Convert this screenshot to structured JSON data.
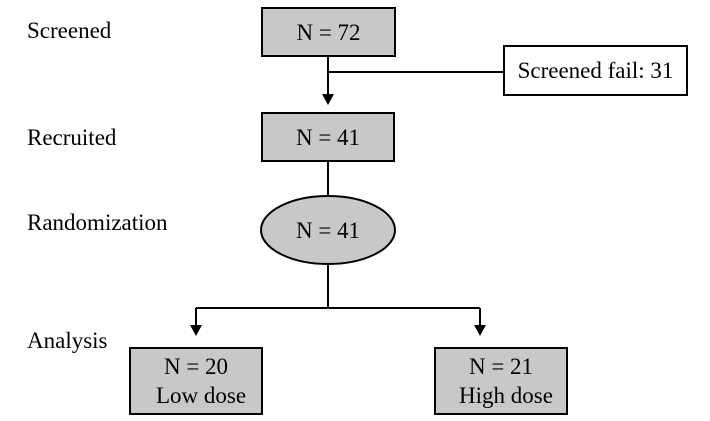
{
  "stages": {
    "screened": "Screened",
    "recruited": "Recruited",
    "randomization": "Randomization",
    "analysis": "Analysis"
  },
  "nodes": {
    "screened": {
      "count": "N = 72"
    },
    "screen_fail": {
      "label": "Screened fail: 31"
    },
    "recruited": {
      "count": "N = 41"
    },
    "randomized": {
      "count": "N = 41"
    },
    "low_dose": {
      "count": "N = 20",
      "group": "Low dose"
    },
    "high_dose": {
      "count": "N = 21",
      "group": "High dose"
    }
  },
  "colors": {
    "box_fill": "#c8c8c8",
    "stroke": "#000000",
    "background": "#ffffff"
  }
}
